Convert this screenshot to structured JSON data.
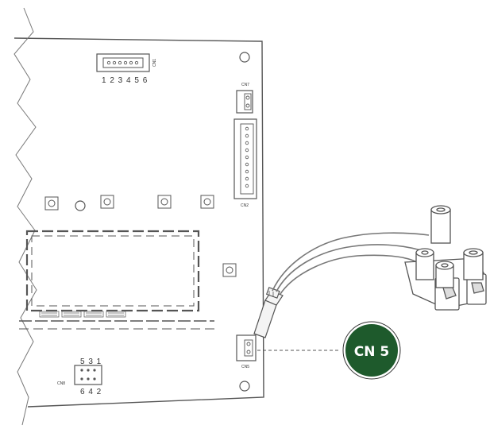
{
  "connectors": {
    "cn1": {
      "label": "CN1",
      "pins": "1 2 3 4 5 6"
    },
    "cn7": {
      "label": "CN7"
    },
    "cn2": {
      "label": "CN2"
    },
    "cn5": {
      "label": "CN5"
    },
    "cn8": {
      "label": "CN8",
      "pins_top": "5 3 1",
      "pins_bottom": "6 4 2"
    }
  },
  "callout": {
    "label": "CN 5",
    "badge_color": "#1e5a2c"
  },
  "colors": {
    "line": "#555555",
    "wire": "#777777",
    "board": "#ffffff"
  }
}
